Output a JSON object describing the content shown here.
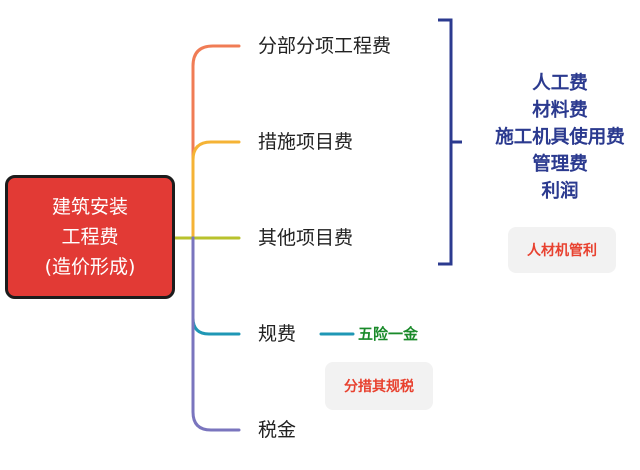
{
  "root": {
    "lines": [
      "建筑安装",
      "工程费",
      "(造价形成)"
    ]
  },
  "branches": [
    {
      "label": "分部分项工程费",
      "color": "#f07c55"
    },
    {
      "label": "措施项目费",
      "color": "#f5b335"
    },
    {
      "label": "其他项目费",
      "color": "#b8c22c"
    },
    {
      "label": "规费",
      "color": "#1f97b5"
    },
    {
      "label": "税金",
      "color": "#7a75be"
    }
  ],
  "bracket_color": "#2b3a8f",
  "cost_components": [
    "人工费",
    "材料费",
    "施工机具使用费",
    "管理费",
    "利润"
  ],
  "tag_components": "人材机管利",
  "guifei_note": "五险一金",
  "tag_guifei": "分措其规税"
}
